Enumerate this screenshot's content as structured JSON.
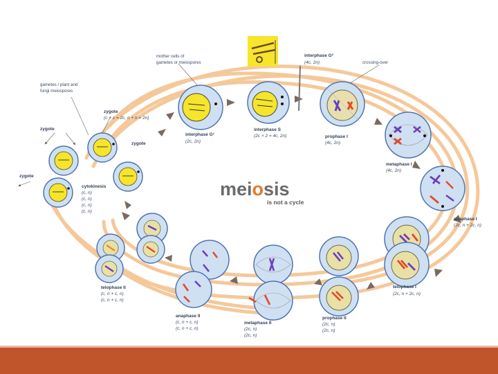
{
  "title": {
    "part1": "mei",
    "part2": "o",
    "part3": "sis"
  },
  "subtitle": "is not a cycle",
  "notes": {
    "mother_cells": [
      "mother cells of",
      "gametes or meiospores"
    ],
    "gametes_plant": [
      "gametes / plant and",
      "fungi meiospores"
    ],
    "crossing_over": "crossing-over"
  },
  "stages": {
    "interphase_g2": {
      "name": "interphase G²",
      "formula": "(4c, 2n)"
    },
    "interphase_g1": {
      "name": "interphase G¹",
      "formula": "(2c, 2n)"
    },
    "interphase_s": {
      "name": "interphase S",
      "formula": "(2c × 2 = 4c, 2n)"
    },
    "prophase1": {
      "name": "prophase I",
      "formula": "(4c, 2n)"
    },
    "metaphase1": {
      "name": "metaphase I",
      "formula": "(4c, 2n)"
    },
    "anaphase1": {
      "name": "anaphase I",
      "formula": "(2c, n + 2c, n)"
    },
    "telophase1": {
      "name": "telophase I",
      "formula": "(2c, n + 2c, n)"
    },
    "prophase2": {
      "name": "prophase II",
      "formula1": "(2c, n)",
      "formula2": "(2c, n)"
    },
    "metaphase2": {
      "name": "metaphase II",
      "formula1": "(2c, n)",
      "formula2": "(2c, n)"
    },
    "anaphase2": {
      "name": "anaphase II",
      "formula1": "(c, n + c, n)",
      "formula2": "(c, n + c, n)"
    },
    "telophase2": {
      "name": "telophase II",
      "formula1": "(c, n + c, n)",
      "formula2": "(c, n + c, n)"
    },
    "cytokinesis": {
      "name": "cytokinesis",
      "formulas": [
        "(c, n)",
        "(c, n)",
        "(c, n)",
        "(c, n)"
      ]
    },
    "zygote_top": {
      "name": "zygote",
      "formula": "(c + c = 2c, n + n = 2n)"
    },
    "zygote_left": {
      "name": "zygote"
    },
    "zygote_mid": {
      "name": "zygote"
    },
    "zygote_far": {
      "name": "zygote"
    }
  },
  "colors": {
    "path": "#f5c89a",
    "cell_fill": "#cfe0f2",
    "cell_stroke": "#4f74b0",
    "nucleus": "#f6e52a",
    "inner_nucleus": "#e9e0a6",
    "chrom_purple": "#6a3fbe",
    "chrom_red": "#e04a2a",
    "chrom_orange": "#f08a2a",
    "arrow": "#7a6a60",
    "footer": "#c0542a"
  }
}
